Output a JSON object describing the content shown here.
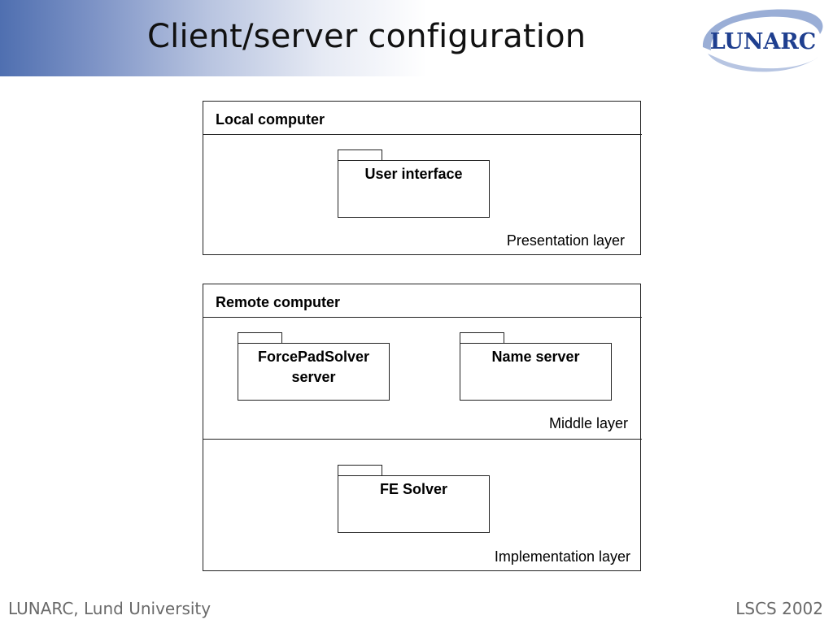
{
  "slide": {
    "title": "Client/server configuration"
  },
  "logo": {
    "text": "LUNARC",
    "brand_color": "#1f3f8f",
    "swoosh_color": "#9aaed6"
  },
  "local_computer": {
    "title": "Local computer",
    "packages": [
      {
        "name": "User interface"
      }
    ],
    "layer_label": "Presentation layer"
  },
  "remote_computer": {
    "title": "Remote computer",
    "middle": {
      "packages": [
        {
          "name": "ForcePadSolver\nserver"
        },
        {
          "name": "Name server"
        }
      ],
      "layer_label": "Middle layer"
    },
    "implementation": {
      "packages": [
        {
          "name": "FE Solver"
        }
      ],
      "layer_label": "Implementation layer"
    }
  },
  "footer": {
    "left": "LUNARC, Lund University",
    "right": "LSCS 2002"
  }
}
